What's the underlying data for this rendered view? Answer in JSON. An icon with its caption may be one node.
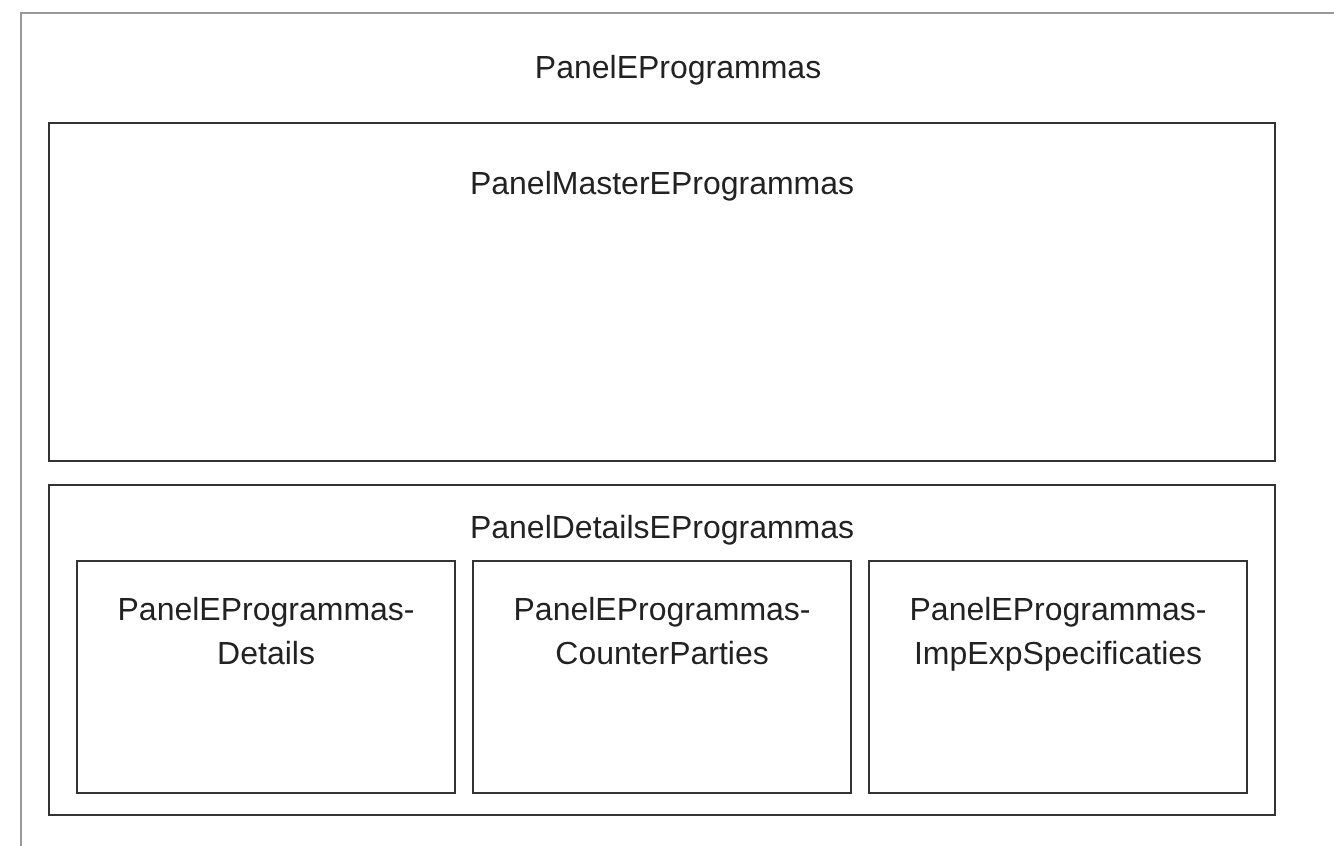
{
  "diagram": {
    "nodes": [
      {
        "text": [
          "PanelEProgrammas"
        ]
      },
      {
        "text": [
          "PanelMasterEProgrammas"
        ],
        "in": 0
      },
      {
        "text": [
          "PanelDetailsEProgrammas"
        ],
        "in": 0
      },
      {
        "text": [
          "PanelEProgrammas-Details"
        ],
        "in": 2
      },
      {
        "text": [
          "PanelEProgrammas-CounterParties"
        ],
        "in": 2
      },
      {
        "text": [
          "PanelEProgrammas-ImpExpSpecificaties"
        ],
        "in": 2
      }
    ]
  }
}
